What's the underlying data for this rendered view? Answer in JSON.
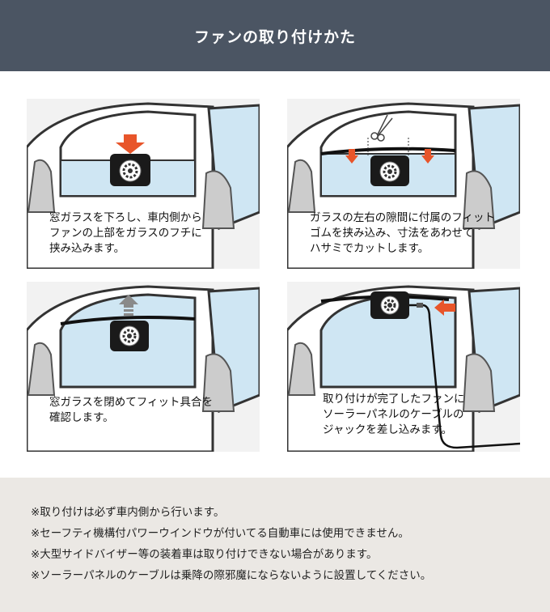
{
  "header": {
    "title": "ファンの取り付けかた"
  },
  "steps": [
    {
      "caption": "窓ガラスを下ろし、車内側から\nファンの上部をガラスのフチに\n挟み込みます。"
    },
    {
      "caption": "ガラスの左右の隙間に付属のフィット\nゴムを挟み込み、寸法をあわせて\nハサミでカットします。"
    },
    {
      "caption": "窓ガラスを閉めてフィット具合を\n確認します。"
    },
    {
      "caption": "取り付けが完了したファンに\nソーラーパネルのケーブルの\nジャックを差し込みます。"
    }
  ],
  "notes": [
    "※取り付けは必ず車内側から行います。",
    "※セーフティ機構付パワーウインドウが付いてる自動車には使用できません。",
    "※大型サイドバイザー等の装着車は取り付けできない場合があります。",
    "※ソーラーパネルのケーブルは乗降の際邪魔にならないように設置してください。"
  ],
  "colors": {
    "header_bg": "#4b5563",
    "accent_arrow": "#e8552a",
    "glass": "#cfe6f3",
    "notes_bg": "#ebe8e4"
  },
  "icons": [
    "down-arrow-icon",
    "scissors-icon",
    "up-arrow-icon",
    "left-arrow-icon",
    "fan-icon"
  ]
}
